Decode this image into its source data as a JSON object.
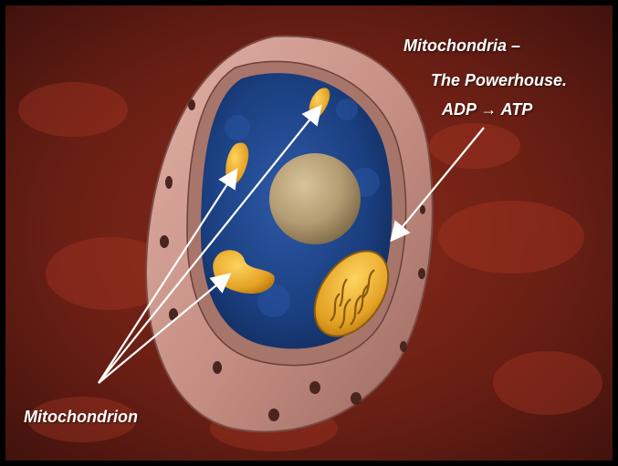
{
  "labels": {
    "title_line1": "Mitochondria –",
    "title_line2": "The Powerhouse.",
    "title_line3": "ADP → ATP",
    "mitochondrion": "Mitochondrion"
  },
  "colors": {
    "background": "#6e2418",
    "membrane": "#c9928b",
    "cytoplasm": "#1b3f80",
    "nucleus": "#b7a27a",
    "mitochondrion": "#e8a52b",
    "border": "#000000"
  }
}
